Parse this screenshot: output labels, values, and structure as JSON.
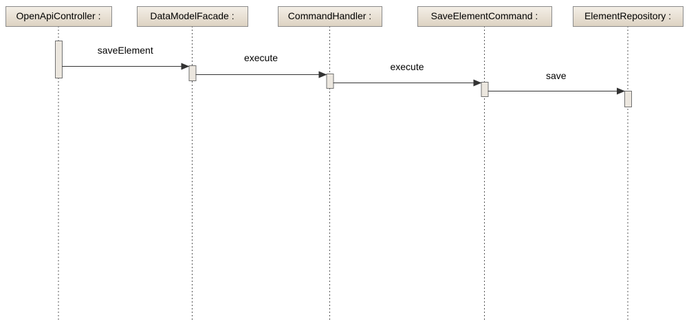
{
  "diagram": {
    "type": "sequence",
    "participants": [
      {
        "id": "p0",
        "label": "OpenApiController :"
      },
      {
        "id": "p1",
        "label": "DataModelFacade :"
      },
      {
        "id": "p2",
        "label": "CommandHandler :"
      },
      {
        "id": "p3",
        "label": "SaveElementCommand :"
      },
      {
        "id": "p4",
        "label": "ElementRepository :"
      }
    ],
    "messages": [
      {
        "from": "p0",
        "to": "p1",
        "label": "saveElement"
      },
      {
        "from": "p1",
        "to": "p2",
        "label": "execute"
      },
      {
        "from": "p2",
        "to": "p3",
        "label": "execute"
      },
      {
        "from": "p3",
        "to": "p4",
        "label": "save"
      }
    ],
    "colors": {
      "participant_fill_top": "#f4efe7",
      "participant_fill_bottom": "#ddd2c2",
      "participant_border": "#8a8a8a",
      "lifeline": "#555555",
      "activation_fill": "#ece7df",
      "activation_border": "#707070",
      "arrow": "#333333"
    }
  }
}
